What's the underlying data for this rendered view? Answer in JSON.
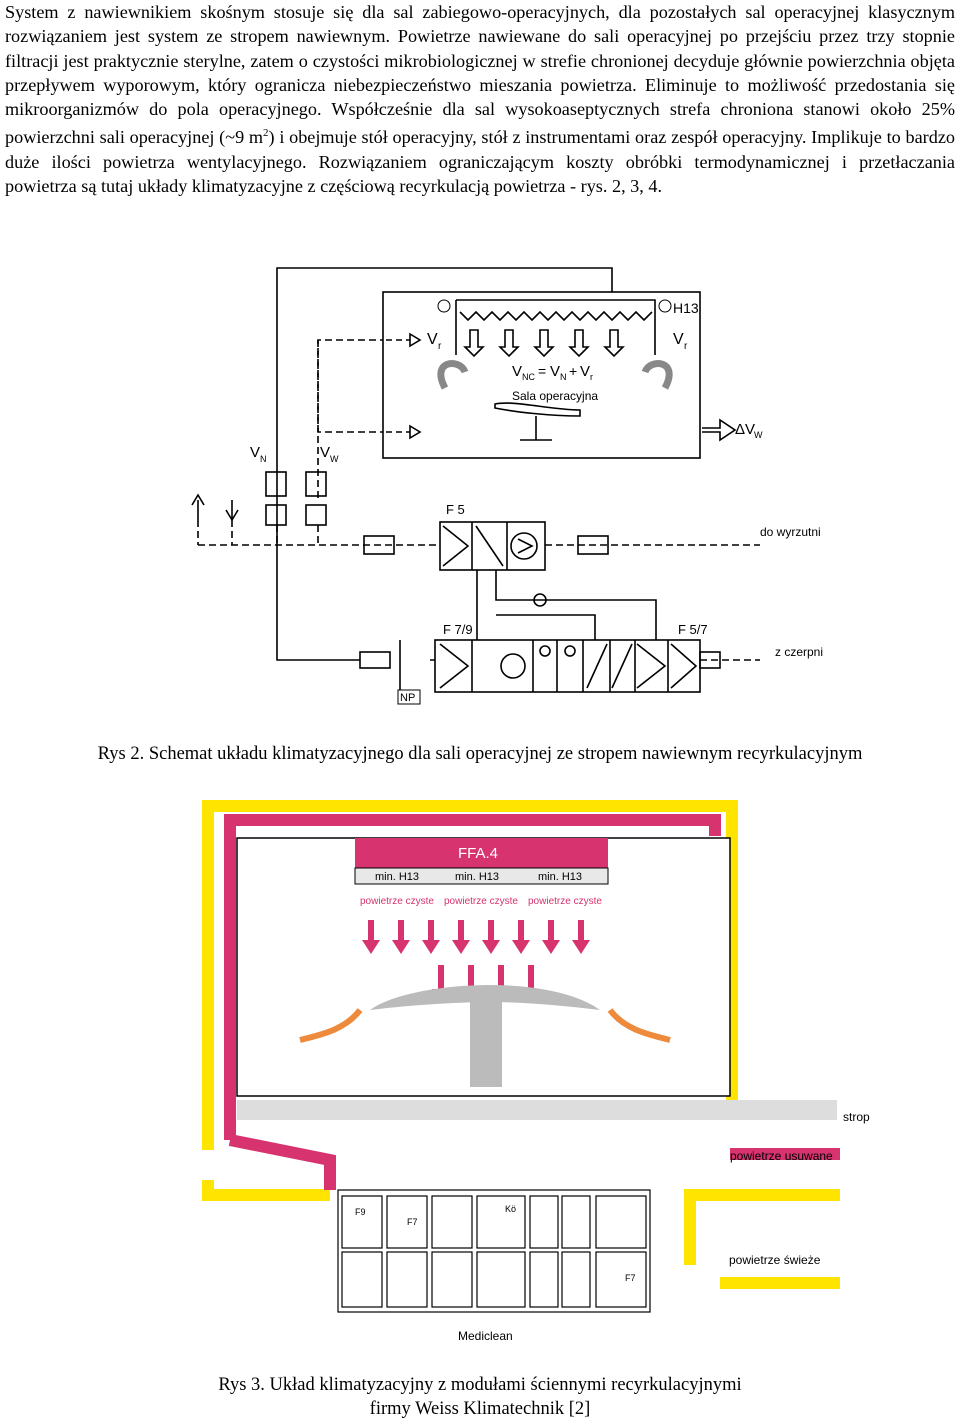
{
  "paragraph": {
    "text_before_sup": "System z nawiewnikiem skośnym stosuje się dla sal zabiegowo-operacyjnych, dla pozostałych sal operacyjnej klasycznym rozwiązaniem jest system ze stropem nawiewnym. Powietrze nawiewane do sali operacyjnej po przejściu przez trzy stopnie filtracji jest praktycznie sterylne, zatem o czystości mikrobiologicznej w strefie chronionej decyduje głównie powierzchnia objęta przepływem wyporowym, który ogranicza niebezpieczeństwo mieszania powietrza. Eliminuje to możliwość przedostania się mikroorganizmów do pola operacyjnego. Współcześnie dla sal wysokoaseptycznych strefa chroniona stanowi około 25% powierzchni sali operacyjnej (~9 m",
    "sup": "2",
    "text_after_sup": ") i obejmuje stół operacyjny, stół z instrumentami oraz zespół operacyjny. Implikuje to bardzo duże ilości powietrza wentylacyjnego. Rozwiązaniem ograniczającym koszty obróbki termodynamicznej i przetłaczania powietrza są tutaj układy klimatyzacyjne z częściową recyrkulacją powietrza - rys. 2, 3, 4."
  },
  "figure2": {
    "caption": "Rys 2. Schemat układu klimatyzacyjnego dla sali operacyjnej ze stropem nawiewnym recyrkulacyjnym",
    "labels": {
      "filter_h13": "H13",
      "vr": "V",
      "vr_sub": "r",
      "vnc": "V",
      "vnc_sub": "NC",
      "eq": "=",
      "vn": "V",
      "vn_sub": "N",
      "plus": "+",
      "room": "Sala operacyjna",
      "dvw": "ΔV",
      "dvw_sub": "W",
      "vw": "V",
      "vw_sub": "W",
      "f5": "F 5",
      "f79": "F 7/9",
      "f57": "F 5/7",
      "exhaust": "do wyrzutni",
      "intake": "z czerpni",
      "np": "NP"
    }
  },
  "figure3": {
    "caption_line1": "Rys 3. Układ klimatyzacyjny z modułami ściennymi recyrkulacyjnymi",
    "caption_line2": "firmy Weiss Klimatechnik [2]",
    "labels": {
      "ceiling": "FFA.4",
      "filter": "min. H13",
      "clean_air": "powietrze czyste",
      "ceiling_label": "strop",
      "removed_air": "powietrze usuwane",
      "fresh_air": "powietrze świeże",
      "brand": "Mediclean",
      "f9": "F9",
      "f7": "F7",
      "f7b": "F7",
      "ko": "Kö"
    },
    "colors": {
      "magenta": "#d6336f",
      "yellow": "#ffe400",
      "orange": "#ee8a3c"
    }
  }
}
